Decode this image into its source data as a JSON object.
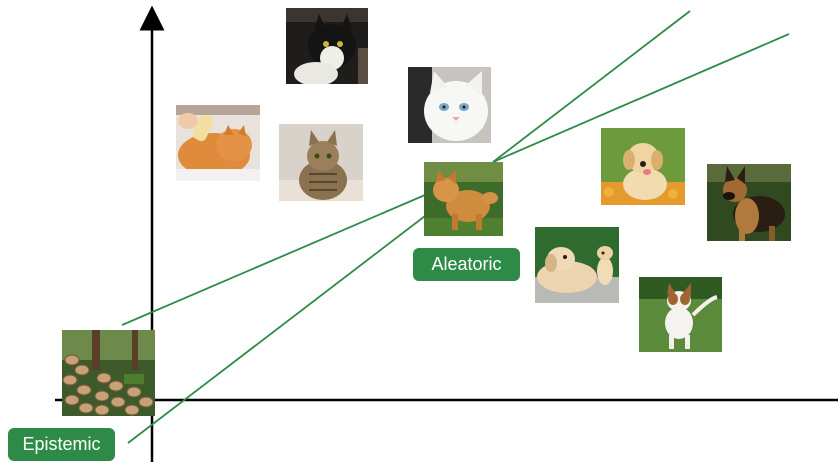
{
  "labels": {
    "epistemic": "Epistemic",
    "aleatoric": "Aleatoric"
  },
  "colors": {
    "line": "#2e8b47",
    "label_bg": "#2e8b47",
    "axis": "#000000"
  },
  "images": [
    {
      "id": "tuxedo-cat",
      "subject": "black-and-white cat"
    },
    {
      "id": "orange-cat-brushed",
      "subject": "orange cat being brushed"
    },
    {
      "id": "tabby-cat",
      "subject": "tabby cat"
    },
    {
      "id": "white-cat",
      "subject": "white cat"
    },
    {
      "id": "fluffy-dog",
      "subject": "fluffy orange dog / cat-like dog"
    },
    {
      "id": "golden-puppy",
      "subject": "golden retriever puppy"
    },
    {
      "id": "german-shepherd",
      "subject": "german shepherd"
    },
    {
      "id": "two-dogs",
      "subject": "two retrievers"
    },
    {
      "id": "jack-russell",
      "subject": "jack russell running"
    },
    {
      "id": "firewood",
      "subject": "stacked firewood"
    }
  ]
}
